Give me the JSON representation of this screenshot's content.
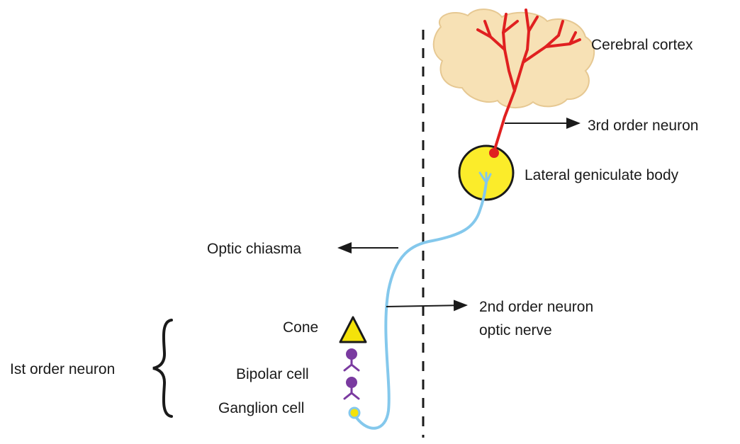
{
  "labels": {
    "cerebral_cortex": "Cerebral cortex",
    "third_order_neuron": "3rd order neuron",
    "lateral_geniculate_body": "Lateral geniculate body",
    "optic_chiasma": "Optic chiasma",
    "second_order_neuron_line1": "2nd order neuron",
    "second_order_neuron_line2": "optic nerve",
    "cone": "Cone",
    "first_order_neuron": "Ist order neuron",
    "bipolar_cell": "Bipolar cell",
    "ganglion_cell": "Ganglion cell"
  },
  "colors": {
    "cortex_fill": "#f7e1b5",
    "cortex_stroke": "#e6c892",
    "third_order_neuron": "#e02020",
    "second_order_neuron": "#84c8ec",
    "lgb_fill": "#fbec2a",
    "cone_fill": "#f4e20a",
    "bipolar_cell": "#7a3aa0",
    "ganglion_fill": "#f4e20a",
    "text": "#1a1a1a"
  }
}
